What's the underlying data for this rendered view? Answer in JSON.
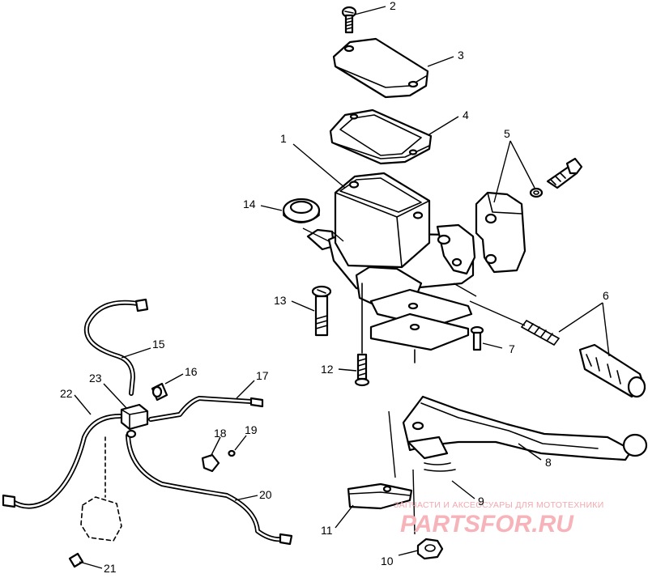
{
  "callouts": [
    {
      "id": "1",
      "label": "1"
    },
    {
      "id": "2",
      "label": "2"
    },
    {
      "id": "3",
      "label": "3"
    },
    {
      "id": "4",
      "label": "4"
    },
    {
      "id": "5",
      "label": "5"
    },
    {
      "id": "6",
      "label": "6"
    },
    {
      "id": "7",
      "label": "7"
    },
    {
      "id": "8",
      "label": "8"
    },
    {
      "id": "9",
      "label": "9"
    },
    {
      "id": "10",
      "label": "10"
    },
    {
      "id": "11",
      "label": "11"
    },
    {
      "id": "12",
      "label": "12"
    },
    {
      "id": "13",
      "label": "13"
    },
    {
      "id": "14",
      "label": "14"
    },
    {
      "id": "15",
      "label": "15"
    },
    {
      "id": "16",
      "label": "16"
    },
    {
      "id": "17",
      "label": "17"
    },
    {
      "id": "18",
      "label": "18"
    },
    {
      "id": "19",
      "label": "19"
    },
    {
      "id": "20",
      "label": "20"
    },
    {
      "id": "21",
      "label": "21"
    },
    {
      "id": "22",
      "label": "22"
    },
    {
      "id": "23",
      "label": "23"
    }
  ],
  "watermark": {
    "brand": "PARTSFOR.RU",
    "tagline": "ЗАПЧАСТИ И АКСЕССУАРЫ ДЛЯ МОТОТЕХНИКИ",
    "color": "#f6b3b9"
  }
}
